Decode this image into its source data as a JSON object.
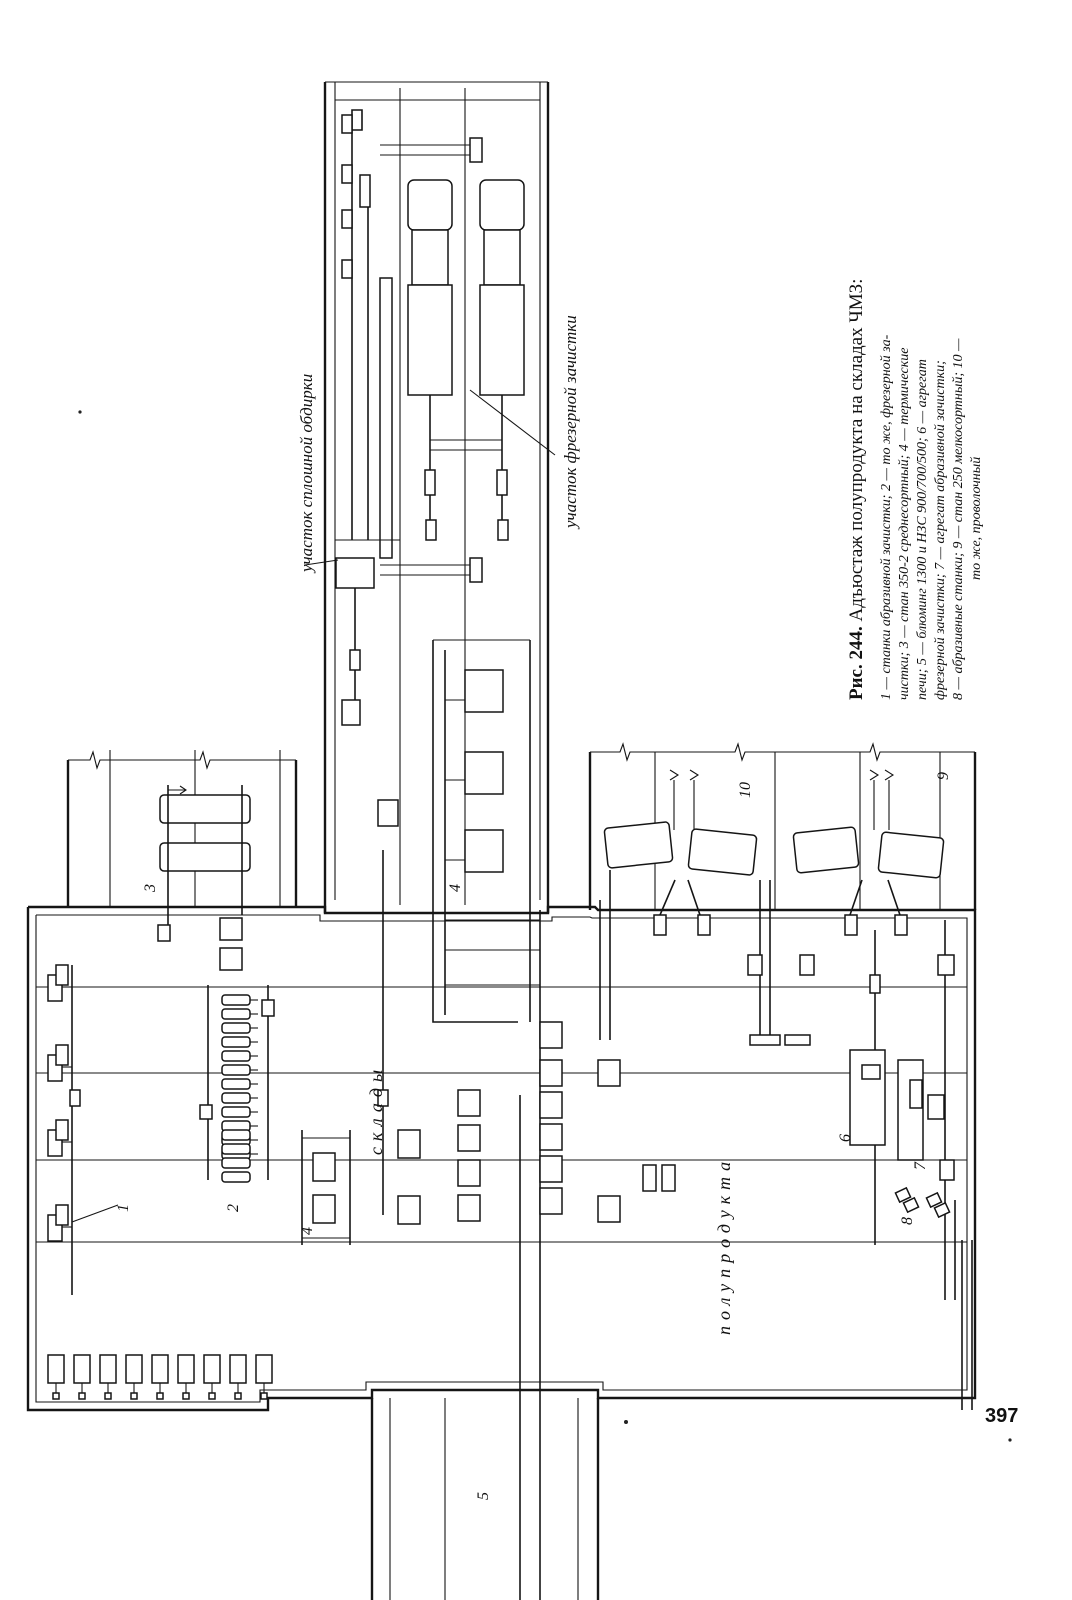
{
  "figure": {
    "number": "244.",
    "title_prefix": "Рис.",
    "title": "Адъюстаж полупродукта на складах ЧМЗ:",
    "caption_lines": [
      "1 — станки абразивной зачистки; 2 — то же, фрезерной за-",
      "чистки; 3 — стан 350-2 среднесортный; 4 — термические",
      "печи; 5 — блюминг 1300 и НЗС 900/700/500; 6 — агрегат",
      "фрезерной зачистки; 7 — агрегат абразивной зачистки;",
      "8 — абразивные станки; 9 — стан 250 мелкосортный; 10 —",
      "то же, проволочный"
    ]
  },
  "diagram": {
    "labels": {
      "area_continuous_stripping": "участок сплошной обдирки",
      "area_milling": "участок фрезерной зачистки",
      "warehouse_word1": "склады",
      "warehouse_word2": "полупродукта",
      "n1": "1",
      "n2": "2",
      "n3": "3",
      "n4a": "4",
      "n4b": "4",
      "n5": "5",
      "n6": "6",
      "n7": "7",
      "n8": "8",
      "n9": "9",
      "n10": "10"
    }
  },
  "page_number": "397"
}
